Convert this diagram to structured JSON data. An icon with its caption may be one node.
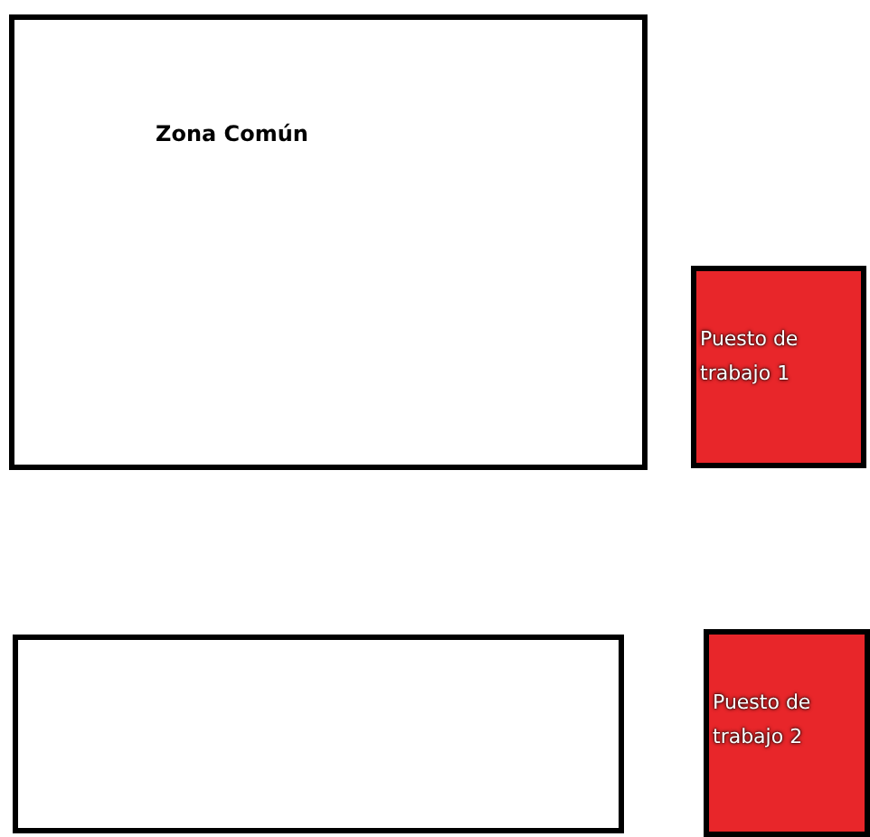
{
  "diagram": {
    "nodes": [
      {
        "text": [
          "Zona Común"
        ]
      },
      {
        "text": [
          "Puesto de trabajo 1"
        ]
      },
      {
        "text": [],
        "shape": "box"
      },
      {
        "text": [
          "Puesto de trabajo 2"
        ]
      }
    ]
  }
}
